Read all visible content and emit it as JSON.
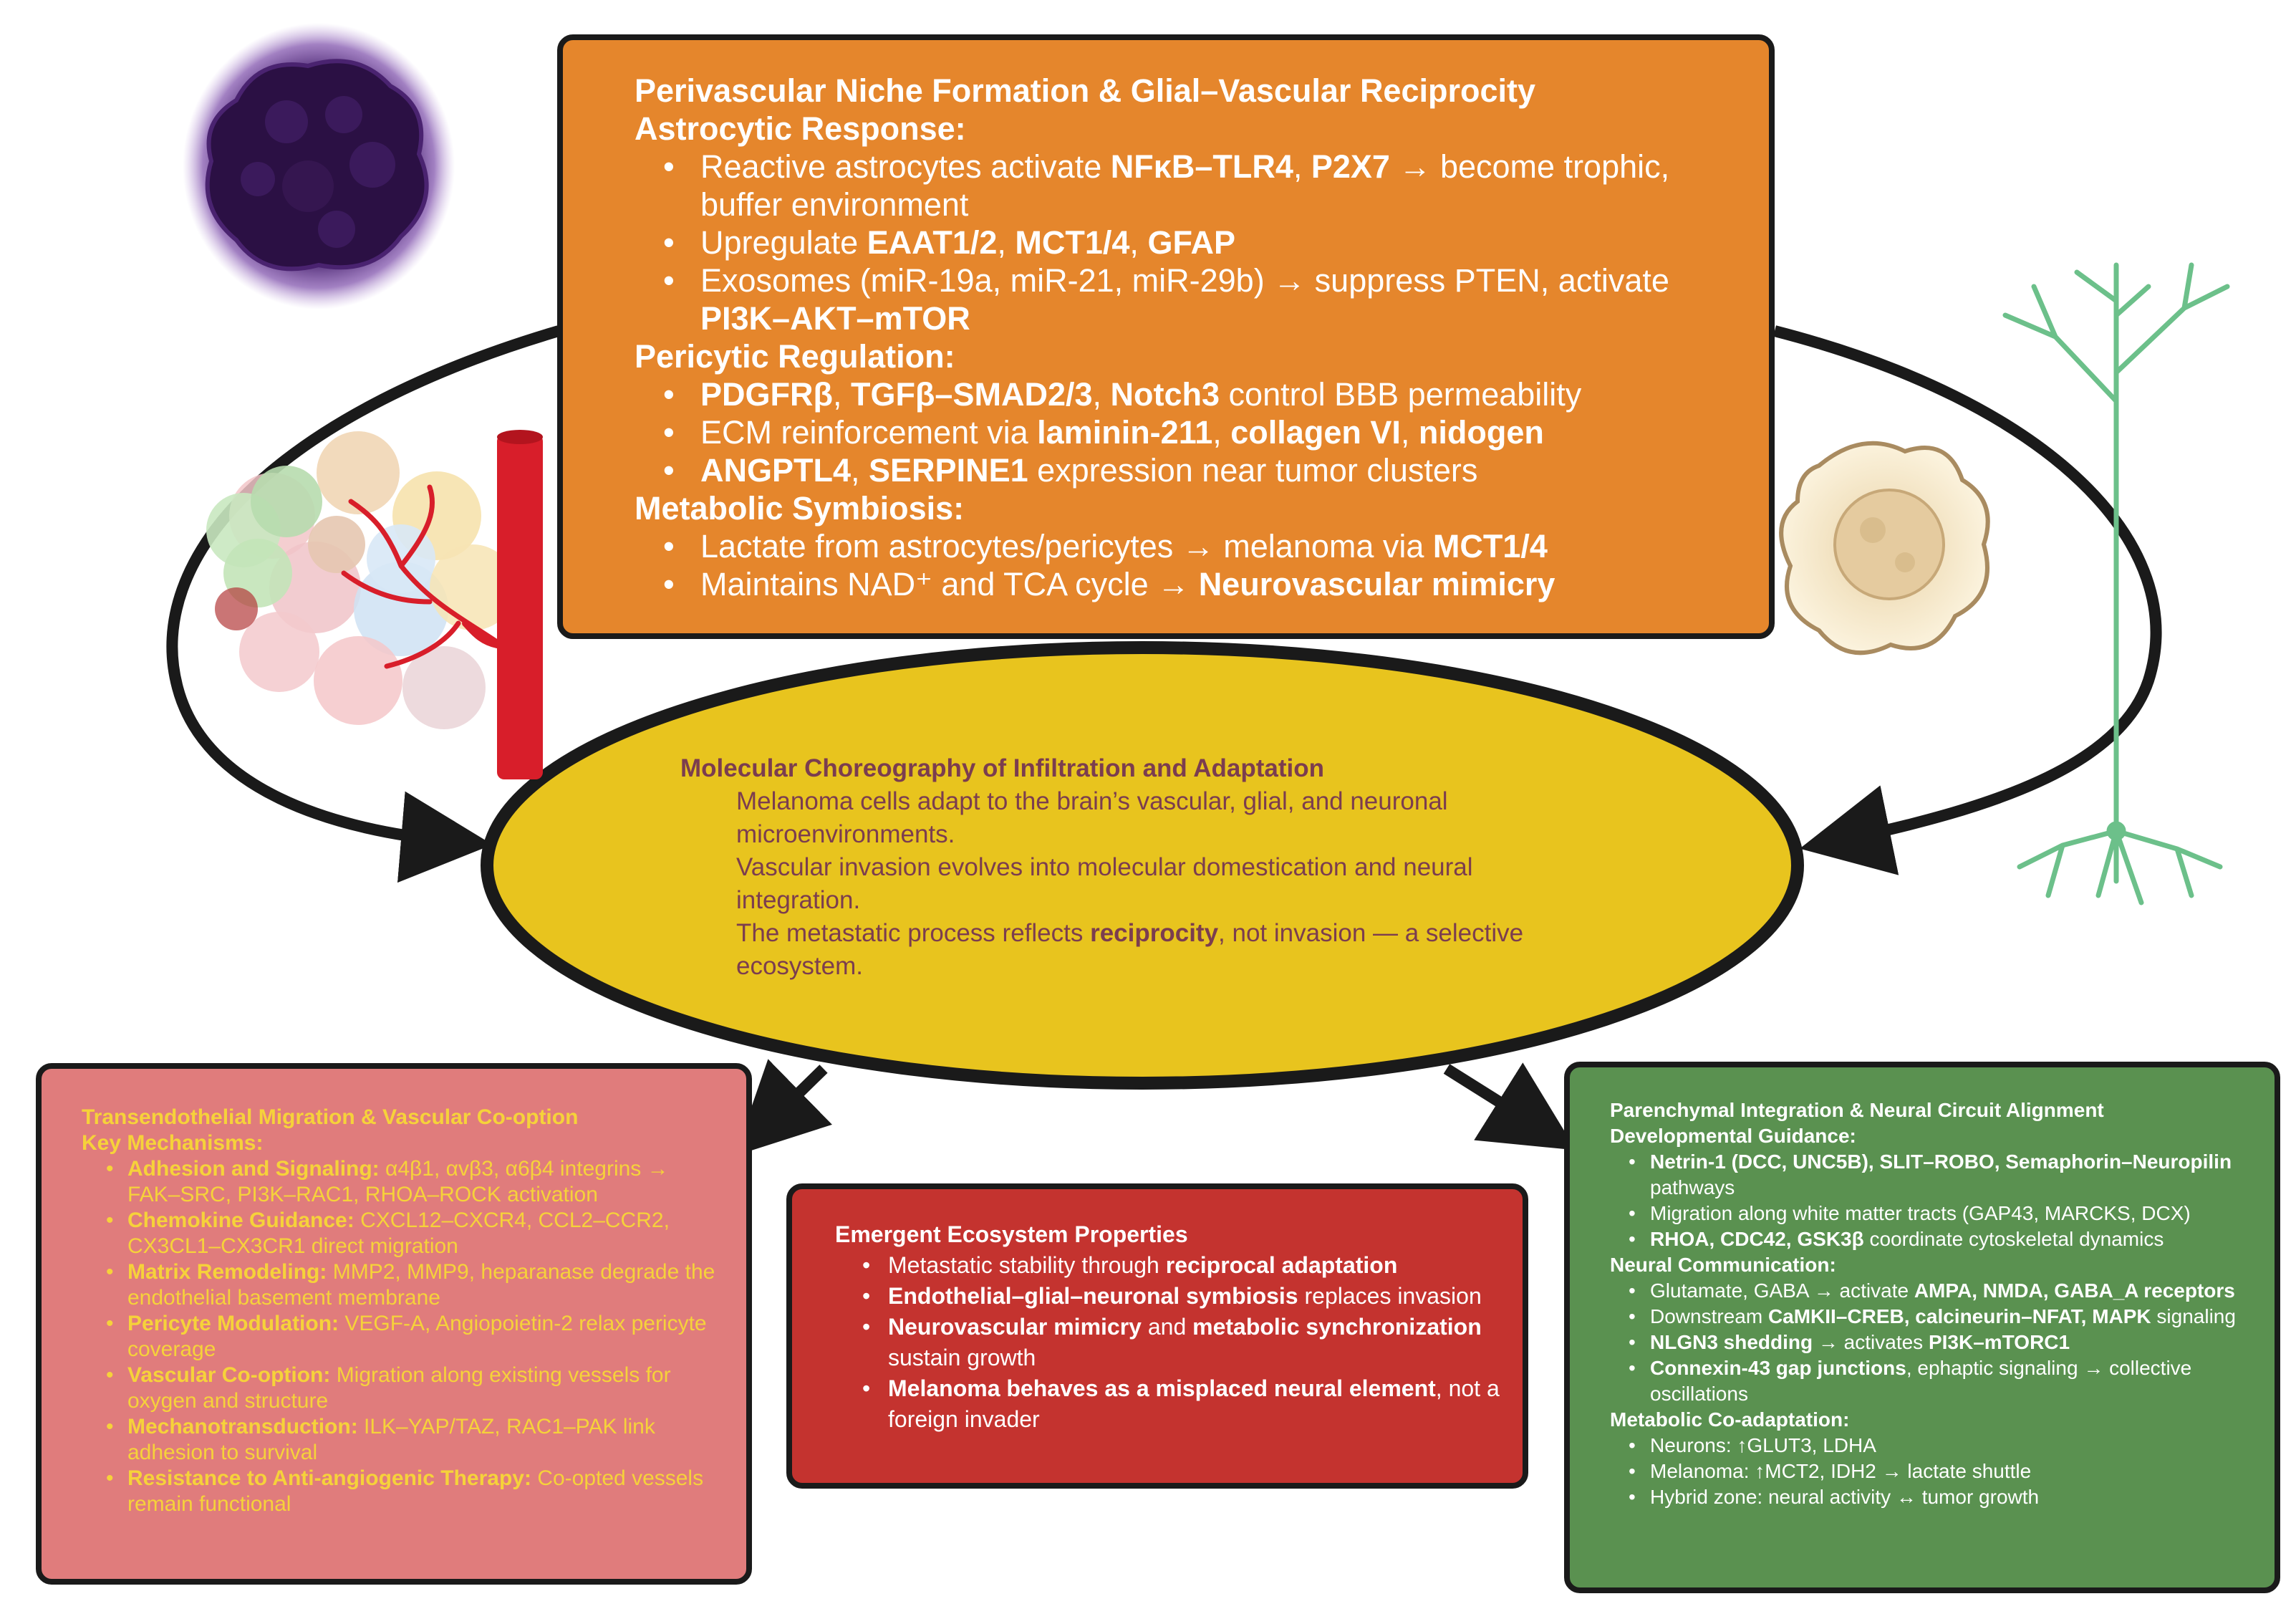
{
  "perivascular": {
    "title": "Perivascular Niche Formation & Glial–Vascular Reciprocity",
    "astrocytic_heading": "Astrocytic Response:",
    "astro1_a": "Reactive astrocytes activate ",
    "astro1_b": "NFκB–TLR4",
    "astro1_c": ", ",
    "astro1_d": "P2X7",
    "astro1_e": " → become trophic, buffer environment",
    "astro2_a": "Upregulate ",
    "astro2_b": "EAAT1/2",
    "astro2_c": ", ",
    "astro2_d": "MCT1/4",
    "astro2_e": ", ",
    "astro2_f": "GFAP",
    "astro3_a": "Exosomes (miR-19a, miR-21, miR-29b) → suppress PTEN, activate ",
    "astro3_b": "PI3K–AKT–mTOR",
    "pericytic_heading": "Pericytic Regulation:",
    "peri1_a": "PDGFRβ",
    "peri1_b": ", ",
    "peri1_c": "TGFβ–SMAD2/3",
    "peri1_d": ", ",
    "peri1_e": "Notch3",
    "peri1_f": " control BBB permeability",
    "peri2_a": "ECM reinforcement via ",
    "peri2_b": "laminin-211",
    "peri2_c": ", ",
    "peri2_d": "collagen VI",
    "peri2_e": ", ",
    "peri2_f": "nidogen",
    "peri3_a": "ANGPTL4",
    "peri3_b": ", ",
    "peri3_c": "SERPINE1",
    "peri3_d": " expression near tumor clusters",
    "metabolic_heading": "Metabolic Symbiosis:",
    "met1_a": "Lactate from astrocytes/pericytes → melanoma via ",
    "met1_b": "MCT1/4",
    "met2_a": "Maintains NAD⁺ and TCA cycle → ",
    "met2_b": "Neurovascular mimicry"
  },
  "center": {
    "title": "Molecular Choreography of Infiltration and Adaptation",
    "b1": "Melanoma cells adapt to the brain’s vascular, glial, and neuronal microenvironments.",
    "b2": "Vascular invasion evolves into molecular domestication and neural integration.",
    "b3_a": "The metastatic process reflects ",
    "b3_b": "reciprocity",
    "b3_c": ", not invasion — a selective ecosystem."
  },
  "transendothelial": {
    "title": "Transendothelial Migration & Vascular Co-option",
    "subheading": "Key Mechanisms:",
    "m1_label": "Adhesion and Signaling:",
    "m1_text": " α4β1, αvβ3, α6β4 integrins → FAK–SRC, PI3K–RAC1, RHOA–ROCK activation",
    "m2_label": "Chemokine Guidance:",
    "m2_text": " CXCL12–CXCR4, CCL2–CCR2, CX3CL1–CX3CR1 direct migration",
    "m3_label": "Matrix Remodeling:",
    "m3_text": " MMP2, MMP9, heparanase degrade the endothelial basement membrane",
    "m4_label": "Pericyte Modulation:",
    "m4_text": " VEGF-A, Angiopoietin-2 relax pericyte coverage",
    "m5_label": "Vascular Co-option:",
    "m5_text": " Migration along existing vessels for oxygen and structure",
    "m6_label": "Mechanotransduction:",
    "m6_text": " ILK–YAP/TAZ, RAC1–PAK link adhesion to survival",
    "m7_label": "Resistance to Anti-angiogenic Therapy:",
    "m7_text": " Co-opted vessels remain functional"
  },
  "emergent": {
    "title": "Emergent Ecosystem Properties",
    "e1_a": "Metastatic stability through ",
    "e1_b": "reciprocal adaptation",
    "e2_a": "Endothelial–glial–neuronal symbiosis",
    "e2_b": " replaces invasion",
    "e3_a": "Neurovascular mimicry",
    "e3_b": " and ",
    "e3_c": "metabolic synchronization",
    "e3_d": " sustain growth",
    "e4_a": "Melanoma behaves as a misplaced neural element",
    "e4_b": ", not a foreign invader"
  },
  "parenchymal": {
    "title": "Parenchymal Integration & Neural Circuit Alignment",
    "dev_heading": "Developmental Guidance:",
    "d1_a": "Netrin-1 (DCC, UNC5B), SLIT–ROBO, Semaphorin–Neuropilin",
    "d1_b": " pathways",
    "d2": "Migration along white matter tracts (GAP43, MARCKS, DCX)",
    "d3_a": "RHOA, CDC42, GSK3β",
    "d3_b": " coordinate cytoskeletal dynamics",
    "neural_heading": "Neural Communication:",
    "n1_a": "Glutamate, GABA → activate ",
    "n1_b": "AMPA, NMDA, GABA_A receptors",
    "n2_a": "Downstream ",
    "n2_b": "CaMKII–CREB, calcineurin–NFAT, MAPK",
    "n2_c": " signaling",
    "n3_a": "NLGN3 shedding",
    "n3_b": " → activates ",
    "n3_c": "PI3K–mTORC1",
    "n4_a": "Connexin-43 gap junctions",
    "n4_b": ", ephaptic signaling → collective oscillations",
    "met_heading": "Metabolic Co-adaptation:",
    "c1": "Neurons: ↑GLUT3, LDHA",
    "c2": "Melanoma: ↑MCT2, IDH2 → lactate shuttle",
    "c3": "Hybrid zone: neural activity ↔ tumor growth"
  },
  "colors": {
    "orange_box": "#e5862c",
    "center_ellipse": "#e8c41e",
    "pink_box": "#e07c7c",
    "red_box": "#c4332f",
    "green_box": "#5a9150",
    "vessel_red": "#d81e2a",
    "neuron_green": "#6cc08a"
  },
  "icons": [
    "tumor-cell-icon",
    "tumor-cluster-icon",
    "blood-vessel-icon",
    "astrocyte-icon",
    "neuron-icon"
  ]
}
